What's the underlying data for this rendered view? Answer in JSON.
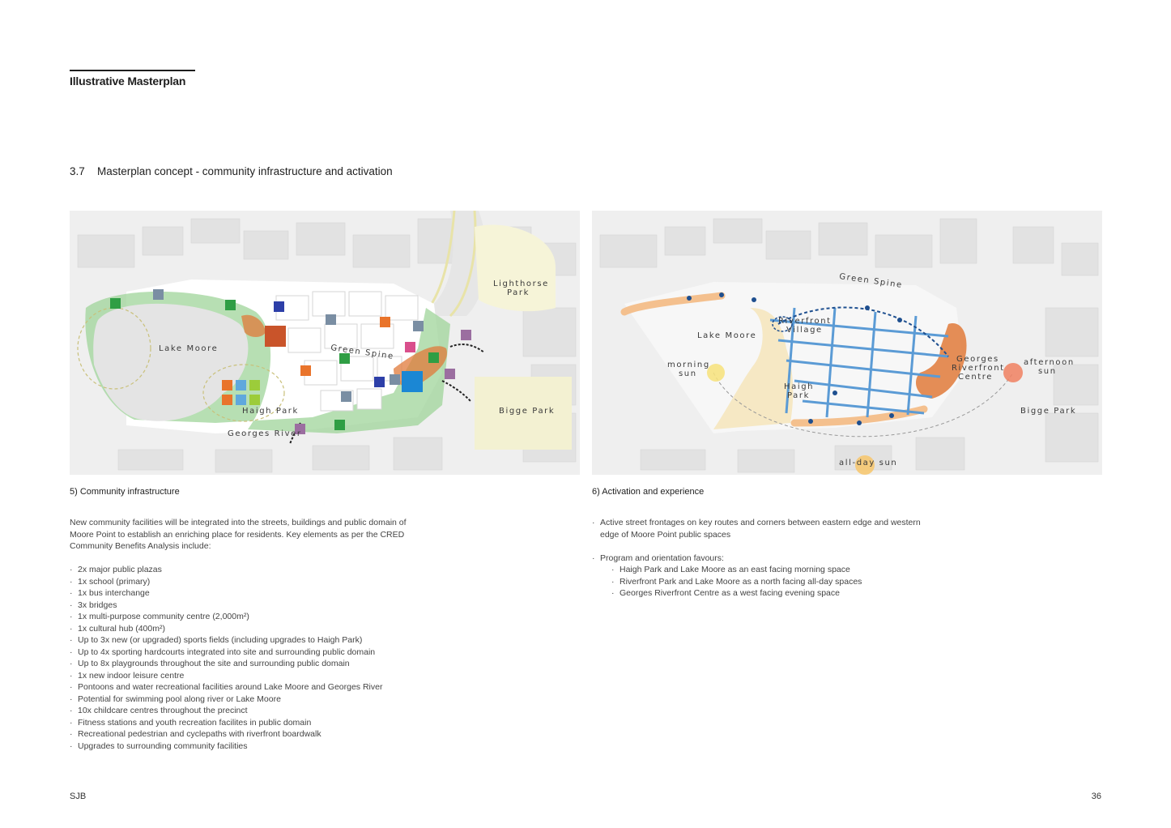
{
  "header": {
    "title": "Illustrative Masterplan"
  },
  "section": {
    "number": "3.7",
    "title": "Masterplan concept - community infrastructure and activation"
  },
  "left_map": {
    "labels": {
      "lake_moore": "Lake Moore",
      "green_spine": "Green Spine",
      "lighthorse_park": "Lighthorse Park",
      "lighthorse_park_line1": "Lighthorse",
      "lighthorse_park_line2": "Park",
      "haigh_park": "Haigh Park",
      "georges_river": "Georges River",
      "bigge_park": "Bigge Park"
    },
    "icon_types": [
      "tree-icon",
      "toilet-icon",
      "shopping-cart-icon",
      "bus-icon",
      "school-icon",
      "playground-icon",
      "bridge-icon",
      "art-palette-icon",
      "community-icon",
      "sports-icons"
    ],
    "colors": {
      "green_space": "#8fcf8f",
      "activation": "#e07a3a",
      "water": "#dcdcdc"
    }
  },
  "right_map": {
    "labels": {
      "green_spine": "Green Spine",
      "lake_moore": "Lake Moore",
      "riverfront_village": "Riverfront Village",
      "riverfront_village_line1": "Riverfront",
      "riverfront_village_line2": "Village",
      "georges_riverfront_centre_line1": "Georges",
      "georges_riverfront_centre_line2": "Riverfront",
      "georges_riverfront_centre_line3": "Centre",
      "morning_sun_line1": "morning",
      "morning_sun_line2": "sun",
      "afternoon_sun_line1": "afternoon",
      "afternoon_sun_line2": "sun",
      "haigh_park_line1": "Haigh",
      "haigh_park_line2": "Park",
      "bigge_park": "Bigge Park",
      "all_day_sun": "all-day sun"
    },
    "colors": {
      "street_frontage": "#5b9bd5",
      "morning_sun": "#f7e27a",
      "afternoon_sun": "#f08060",
      "park_fill": "#f6e8c4"
    }
  },
  "left_column": {
    "caption": "5) Community infrastructure",
    "intro": "New community facilities will be integrated into the streets, buildings and public domain of Moore Point to establish an enriching place for residents. Key elements as per the CRED Community Benefits Analysis include:",
    "items": [
      "2x major public plazas",
      "1x school (primary)",
      "1x bus interchange",
      "3x bridges",
      "1x multi-purpose community centre (2,000m²)",
      "1x cultural hub (400m²)",
      "Up to 3x new (or upgraded) sports fields (including upgrades to Haigh Park)",
      "Up to 4x sporting hardcourts integrated into site and surrounding public domain",
      "Up to 8x playgrounds throughout the site and surrounding public domain",
      "1x new indoor leisure centre",
      "Pontoons and water recreational facilities around Lake Moore and Georges River",
      "Potential for swimming pool along river or Lake Moore",
      "10x childcare centres throughout the precinct",
      "Fitness stations and youth recreation facilites in public domain",
      "Recreational pedestrian and cyclepaths with riverfront boardwalk",
      "Upgrades to surrounding community facilities"
    ]
  },
  "right_column": {
    "caption": "6) Activation and experience",
    "item1": "Active street frontages on key routes and corners between eastern edge and western edge of Moore Point public spaces",
    "item2": "Program and orientation favours:",
    "sub_items": [
      "Haigh Park and Lake Moore as an east facing morning space",
      "Riverfront Park and Lake Moore as a north facing all-day spaces",
      "Georges Riverfront Centre as a west facing evening space"
    ]
  },
  "footer": {
    "brand": "SJB",
    "page_number": "36"
  }
}
